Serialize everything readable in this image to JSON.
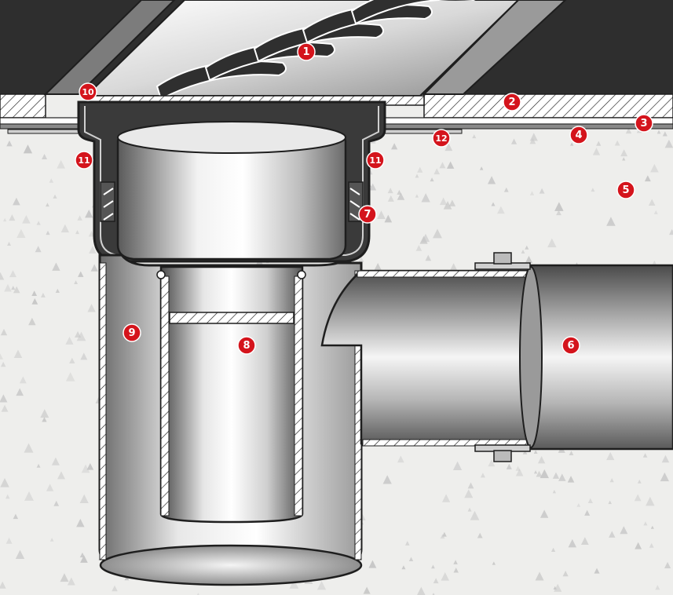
{
  "colors": {
    "concrete": "#eeeeec",
    "speckle": "#c7c7c7",
    "overlay": "#2e2e2e",
    "steel_dark": "#4b4b4b",
    "steel_light": "#f4f4f4",
    "outline": "#1e1e1e",
    "callout": "#d4141c"
  },
  "callouts": [
    {
      "id": "1",
      "label": "1"
    },
    {
      "id": "2",
      "label": "2"
    },
    {
      "id": "3",
      "label": "3"
    },
    {
      "id": "4",
      "label": "4"
    },
    {
      "id": "5",
      "label": "5"
    },
    {
      "id": "6",
      "label": "6"
    },
    {
      "id": "7",
      "label": "7"
    },
    {
      "id": "8",
      "label": "8"
    },
    {
      "id": "9",
      "label": "9"
    },
    {
      "id": "10",
      "label": "10"
    },
    {
      "id": "11a",
      "label": "11"
    },
    {
      "id": "11b",
      "label": "11"
    },
    {
      "id": "12",
      "label": "12"
    }
  ]
}
